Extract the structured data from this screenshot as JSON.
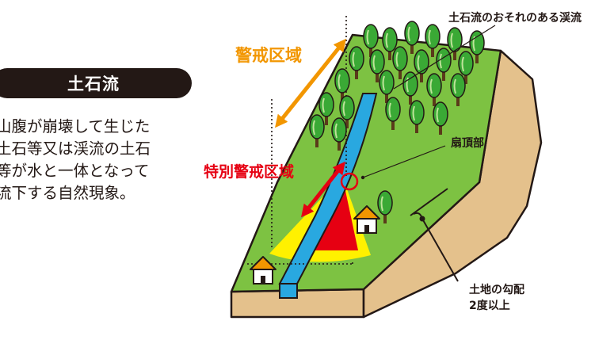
{
  "title": "土石流",
  "description": [
    "山腹が崩壊して生じた",
    "土石等又は渓流の土石",
    "等が水と一体となって",
    "流下する自然現象。"
  ],
  "labels": {
    "warning_zone": "警戒区域",
    "special_warning_zone": "特別警戒区域",
    "danger_stream": "土石流のおそれのある渓流",
    "fan_apex": "扇頂部",
    "slope_line1": "土地の勾配",
    "slope_line2": "2度以上"
  },
  "colors": {
    "warning_orange": "#f29600",
    "special_red": "#e60012",
    "ground_green": "#7dc242",
    "soil_tan": "#e4c18c",
    "stream_blue": "#29a8e0",
    "hazard_yellow": "#fff100",
    "tree_green": "#3aa935"
  },
  "icons": [
    "tree-icon",
    "house-icon"
  ]
}
